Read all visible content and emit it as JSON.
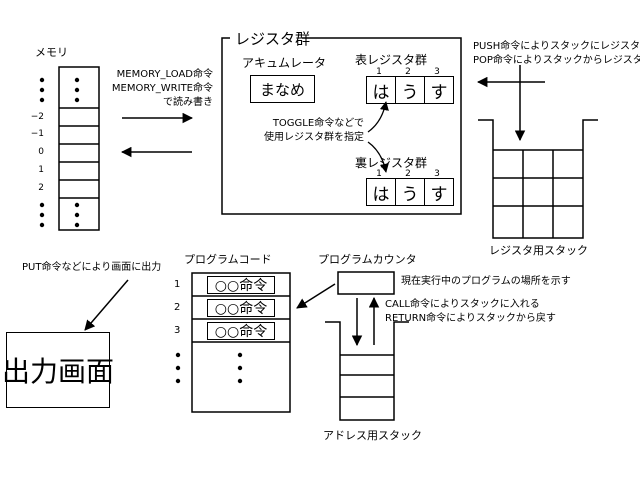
{
  "memory": {
    "title": "メモリ",
    "addresses": [
      "−2",
      "−1",
      "0",
      "1",
      "2"
    ],
    "note": [
      "MEMORY_LOAD命令",
      "MEMORY_WRITE命令",
      "で読み書き"
    ]
  },
  "registers": {
    "title": "レジスタ群",
    "accumulator": {
      "label": "アキュムレータ",
      "value": "まなめ"
    },
    "front": {
      "label": "表レジスタ群",
      "indices": [
        "1",
        "2",
        "3"
      ],
      "values": [
        "は",
        "う",
        "す"
      ]
    },
    "back": {
      "label": "裏レジスタ群",
      "indices": [
        "1",
        "2",
        "3"
      ],
      "values": [
        "は",
        "う",
        "す"
      ]
    },
    "toggle_note": [
      "TOGGLE命令などで",
      "使用レジスタ群を指定"
    ]
  },
  "register_stack": {
    "label": "レジスタ用スタック",
    "note": [
      "PUSH命令によりスタックにレジスタの",
      "POP命令によりスタックからレジスタに"
    ]
  },
  "output": {
    "note": "PUT命令などにより画面に出力",
    "screen": "出力画面"
  },
  "program": {
    "title": "プログラムコード",
    "lines": [
      {
        "num": "1",
        "code": "○○命令"
      },
      {
        "num": "2",
        "code": "○○命令"
      },
      {
        "num": "3",
        "code": "○○命令"
      }
    ]
  },
  "counter": {
    "title": "プログラムカウンタ",
    "note": "現在実行中のプログラムの場所を示す",
    "call_note": [
      "CALL命令によりスタックに入れる",
      "RETURN命令によりスタックから戻す"
    ]
  },
  "address_stack": {
    "label": "アドレス用スタック"
  }
}
